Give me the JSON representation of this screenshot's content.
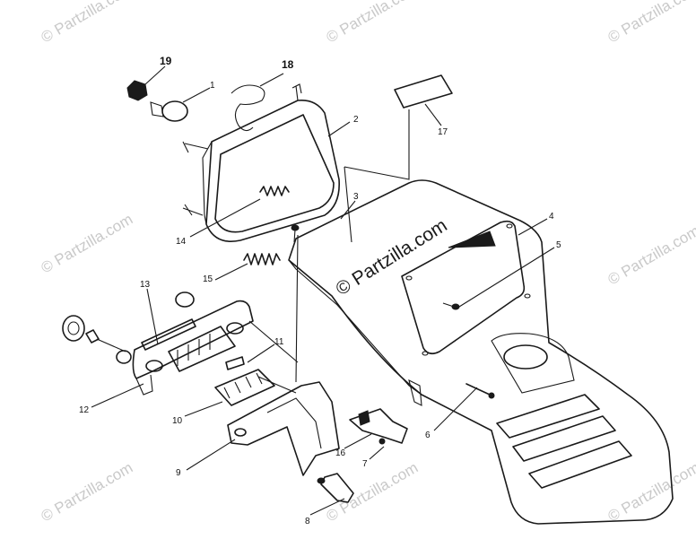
{
  "watermark": {
    "text": "© Partzilla.com",
    "color": "#c9c9c9"
  },
  "center_watermark": "© Partzilla.com",
  "callouts": [
    {
      "id": "1",
      "label": "1"
    },
    {
      "id": "2",
      "label": "2"
    },
    {
      "id": "3",
      "label": "3"
    },
    {
      "id": "4",
      "label": "4"
    },
    {
      "id": "5",
      "label": "5"
    },
    {
      "id": "6",
      "label": "6"
    },
    {
      "id": "7",
      "label": "7"
    },
    {
      "id": "8",
      "label": "8"
    },
    {
      "id": "9",
      "label": "9"
    },
    {
      "id": "10",
      "label": "10"
    },
    {
      "id": "11",
      "label": "11"
    },
    {
      "id": "12",
      "label": "12"
    },
    {
      "id": "13",
      "label": "13"
    },
    {
      "id": "14",
      "label": "14"
    },
    {
      "id": "15",
      "label": "15"
    },
    {
      "id": "16",
      "label": "16"
    },
    {
      "id": "17",
      "label": "17"
    },
    {
      "id": "18",
      "label": "18"
    },
    {
      "id": "19",
      "label": "19"
    }
  ]
}
